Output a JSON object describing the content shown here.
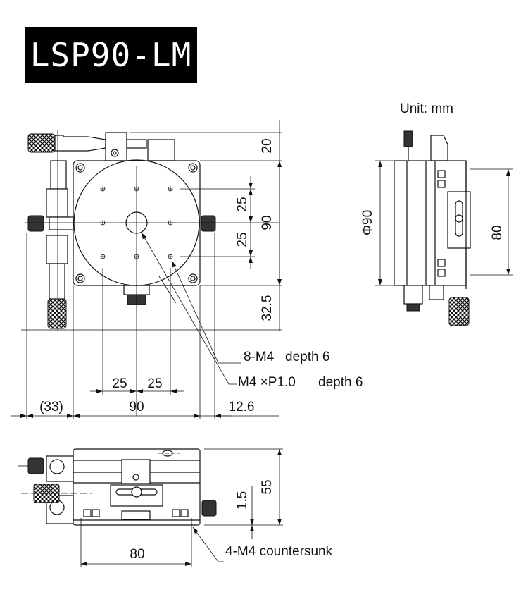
{
  "title": "LSP90-LM",
  "unit": "Unit: mm",
  "top_view": {
    "dim_20": "20",
    "dim_25_upper": "25",
    "dim_90_vertical": "90",
    "dim_25_lower": "25",
    "dim_32_5": "32.5",
    "dim_25_left": "25",
    "dim_25_right": "25",
    "dim_33": "(33)",
    "dim_90_horizontal": "90",
    "dim_12_6": "12.6",
    "note_holes": "8-M4",
    "note_holes_depth": "depth 6",
    "note_center": "M4 ×P1.0",
    "note_center_depth": "depth 6"
  },
  "side_view": {
    "dim_phi90": "Φ90",
    "dim_80": "80"
  },
  "front_view": {
    "dim_1_5": "1.5",
    "dim_55": "55",
    "dim_80": "80",
    "note_countersunk": "4-M4 countersunk"
  }
}
